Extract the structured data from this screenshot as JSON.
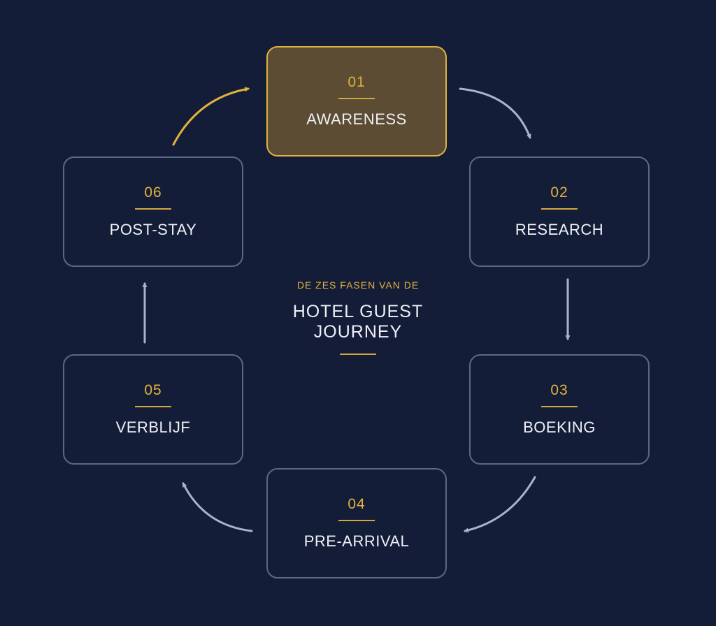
{
  "center": {
    "subtitle": "DE ZES FASEN VAN DE",
    "title_line1": "HOTEL GUEST",
    "title_line2": "JOURNEY"
  },
  "stages": [
    {
      "number": "01",
      "label": "AWARENESS",
      "active": true
    },
    {
      "number": "02",
      "label": "RESEARCH",
      "active": false
    },
    {
      "number": "03",
      "label": "BOEKING",
      "active": false
    },
    {
      "number": "04",
      "label": "PRE-ARRIVAL",
      "active": false
    },
    {
      "number": "05",
      "label": "VERBLIJF",
      "active": false
    },
    {
      "number": "06",
      "label": "POST-STAY",
      "active": false
    }
  ],
  "colors": {
    "background": "#141d38",
    "accent": "#e2b23e",
    "active_fill": "#5b4c33",
    "border": "#5a6889",
    "arrow": "#aab4c8",
    "text": "#eef0f5"
  }
}
